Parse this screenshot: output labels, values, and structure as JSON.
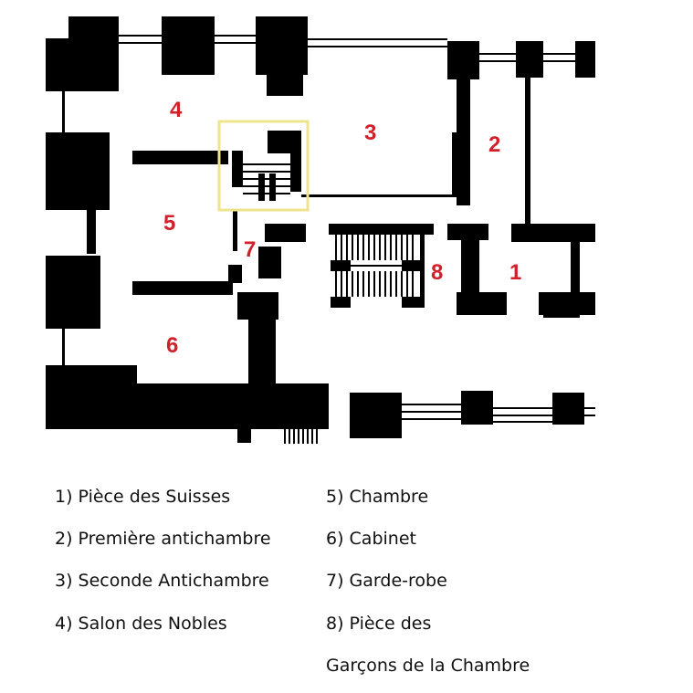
{
  "plan": {
    "title": "Floor plan",
    "room_labels": [
      "1",
      "2",
      "3",
      "4",
      "5",
      "6",
      "7",
      "8"
    ],
    "highlight_color": "#efe48e",
    "room_label_color": "#d0202a"
  },
  "legend": {
    "left": [
      "1)  Pièce des Suisses",
      "2)  Première antichambre",
      "3)  Seconde Antichambre",
      "4)  Salon des Nobles"
    ],
    "right": [
      "5) Chambre",
      "6) Cabinet",
      "7) Garde-robe",
      "8) Pièce des",
      "Garçons de la Chambre"
    ]
  }
}
